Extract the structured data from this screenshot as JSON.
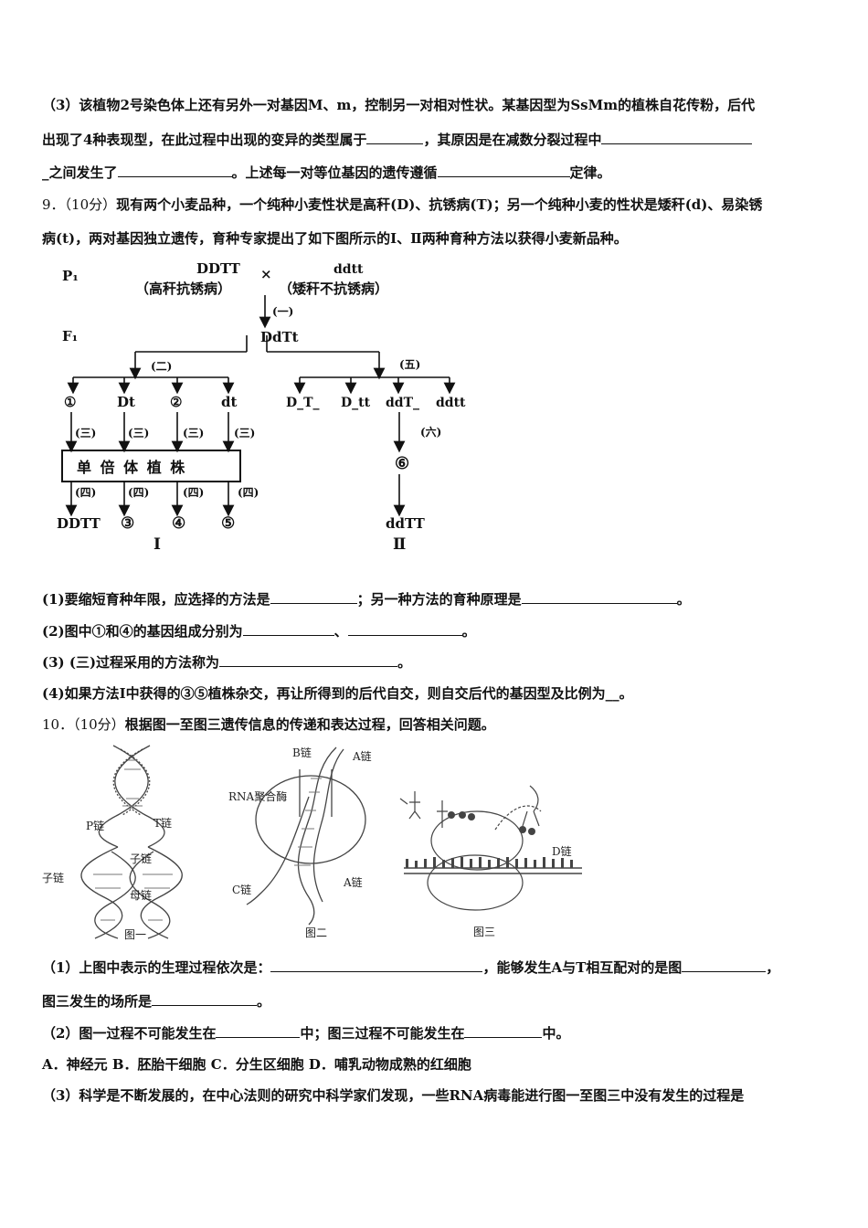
{
  "q8_3": {
    "l1": "（3）该植物2号染色体上还有另外一对基因M、m，控制另一对相对性状。某基因型为SsMm的植株自花传粉，后代",
    "l2a": "出现了4种表现型，在此过程中出现的变异的类型属于",
    "l2b": "，其原因是在减数分裂过程中",
    "l3a": "_之间发生了",
    "l3b": "。上述每一对等位基因的遗传遵循",
    "l3c": "定律。"
  },
  "q9": {
    "head_num": "9．（10分）",
    "head_text": "现有两个小麦品种，一个纯种小麦性状是高秆(D)、抗锈病(T)；另一个纯种小麦的性状是矮秆(d)、易染锈",
    "head_l2": "病(t)，两对基因独立遗传，育种专家提出了如下图所示的Ⅰ、Ⅱ两种育种方法以获得小麦新品种。",
    "diagram": {
      "p1": "P₁",
      "f1": "F₁",
      "parent1_geno": "DDTT",
      "parent1_desc": "（高秆抗锈病）",
      "cross": "×",
      "parent2_geno": "ddtt",
      "parent2_desc": "（矮秆不抗锈病）",
      "step1": "(一)",
      "f1_geno": "DdTt",
      "step2": "(二)",
      "step5": "(五)",
      "gametes": [
        "①",
        "Dt",
        "②",
        "dt"
      ],
      "offspring": [
        "D_T_",
        "D_tt",
        "ddT_",
        "ddtt"
      ],
      "step3": "(三)",
      "step4": "(四)",
      "step6": "(六)",
      "haploid": "单 倍 体 植 株",
      "results": [
        "DDTT",
        "③",
        "④",
        "⑤"
      ],
      "six": "⑥",
      "ddTT": "ddTT",
      "label_I": "Ⅰ",
      "label_II": "Ⅱ"
    },
    "s1a": "(1)要缩短育种年限，应选择的方法是",
    "s1b": "；另一种方法的育种原理是",
    "s1c": "。",
    "s2a": "(2)图中①和④的基因组成分别为",
    "s2b": "、",
    "s2c": "。",
    "s3a": "(3) (三)过程采用的方法称为",
    "s3b": "。",
    "s4": "(4)如果方法Ⅰ中获得的③⑤植株杂交，再让所得到的后代自交，则自交后代的基因型及比例为__。"
  },
  "q10": {
    "head_num": "10．（10分）",
    "head_text": "根据图一至图三遗传信息的传递和表达过程，回答相关问题。",
    "fig1": {
      "p_chain": "P链",
      "t_chain": "T链",
      "zi_l": "子链",
      "zi_r": "子链",
      "mu": "母链",
      "caption": "图一"
    },
    "fig2": {
      "b_chain": "B链",
      "a_chain": "A链",
      "rna_pol": "RNA聚合酶",
      "c_chain": "C链",
      "a_chain2": "A链",
      "caption": "图二"
    },
    "fig3": {
      "d_chain": "D链",
      "caption": "图三"
    },
    "s1a": "（1）上图中表示的生理过程依次是：",
    "s1b": "，能够发生A与T相互配对的是图",
    "s1c": "，",
    "s1d": "图三发生的场所是",
    "s1e": "。",
    "s2a": "（2）图一过程不可能发生在",
    "s2b": "中；图三过程不可能发生在",
    "s2c": "中。",
    "options": "A．神经元   B．胚胎干细胞    C．分生区细胞    D．哺乳动物成熟的红细胞",
    "s3": "（3）科学是不断发展的，在中心法则的研究中科学家们发现，一些RNA病毒能进行图一至图三中没有发生的过程是"
  }
}
